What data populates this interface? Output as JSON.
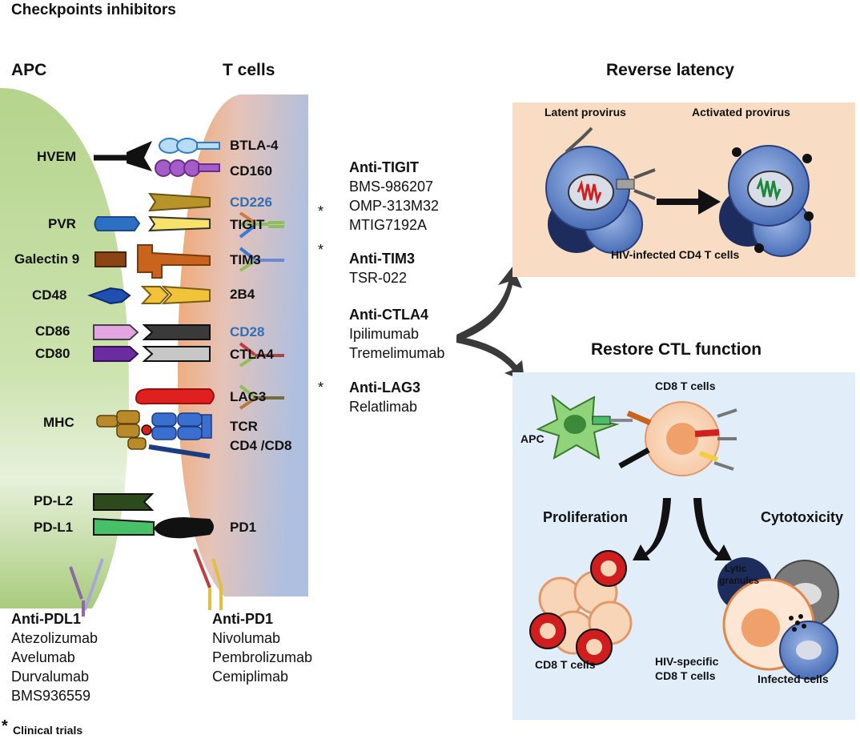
{
  "title": "Checkpoints inhibitors",
  "apc_header": "APC",
  "tcells_header": "T cells",
  "apc_labels": {
    "hvem": "HVEM",
    "pvr": "PVR",
    "galectin9": "Galectin 9",
    "cd48": "CD48",
    "cd86": "CD86",
    "cd80": "CD80",
    "mhc": "MHC",
    "pdl2": "PD-L2",
    "pdl1": "PD-L1"
  },
  "tcell_labels": {
    "btla4": "BTLA-4",
    "cd160": "CD160",
    "cd226": "CD226",
    "tigit": "TIGIT",
    "tim3": "TIM3",
    "b2b4": "2B4",
    "cd28": "CD28",
    "ctla4": "CTLA4",
    "lag3": "LAG3",
    "tcr": "TCR",
    "cd4cd8": "CD4 /CD8",
    "pd1": "PD1"
  },
  "colors": {
    "stimulatory_label": "#2f6fb5"
  },
  "drugs": {
    "anti_tigit": {
      "name": "Anti-TIGIT",
      "items": [
        "BMS-986207",
        "OMP-313M32",
        "MTIG7192A"
      ]
    },
    "anti_tim3": {
      "name": "Anti-TIM3",
      "items": [
        "TSR-022"
      ]
    },
    "anti_ctla4": {
      "name": "Anti-CTLA4",
      "items": [
        "Ipilimumab",
        "Tremelimumab"
      ]
    },
    "anti_lag3": {
      "name": "Anti-LAG3",
      "items": [
        "Relatlimab"
      ]
    },
    "anti_pdl1": {
      "name": "Anti-PDL1",
      "items": [
        "Atezolizumab",
        "Avelumab",
        "Durvalumab",
        "BMS936559"
      ]
    },
    "anti_pd1": {
      "name": "Anti-PD1",
      "items": [
        "Nivolumab",
        "Pembrolizumab",
        "Cemiplimab"
      ]
    }
  },
  "asterisk": "*",
  "footnote": "Clinical trials",
  "reverse_latency": {
    "title": "Reverse latency",
    "latent": "Latent provirus",
    "activated": "Activated provirus",
    "caption": "HIV-infected CD4 T cells"
  },
  "restore_ctl": {
    "title": "Restore CTL function",
    "cd8_top": "CD8 T cells",
    "apc": "APC",
    "proliferation": "Proliferation",
    "cytotoxicity": "Cytotoxicity",
    "lytic": "Lytic",
    "granules": "granules",
    "cd8_bottom": "CD8 T cells",
    "hiv_specific_1": "HIV-specific",
    "hiv_specific_2": "CD8 T cells",
    "infected": "Infected cells"
  }
}
